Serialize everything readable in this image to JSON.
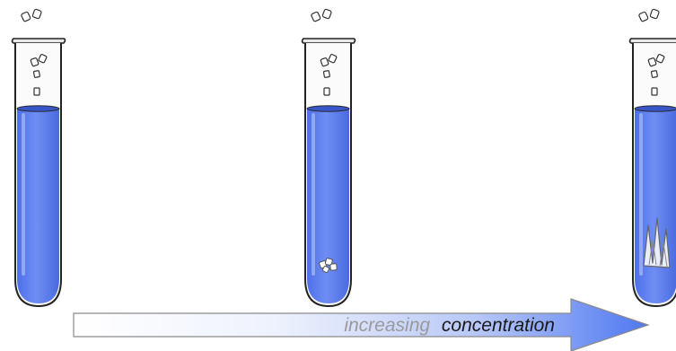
{
  "arrow": {
    "label_part1": "increasing",
    "label_part2": "concentration"
  },
  "tubes": [
    {
      "stage": 1,
      "content": "dissolving-crystals",
      "bottom": "none"
    },
    {
      "stage": 2,
      "content": "dissolving-crystals",
      "bottom": "settled-crystals"
    },
    {
      "stage": 3,
      "content": "dissolving-crystals",
      "bottom": "needle-crystals"
    }
  ],
  "colors": {
    "liquid": "#5b7cf0",
    "liquid_light": "#8aa2f6",
    "tube_outline": "#222222",
    "arrow_start": "#ffffff",
    "arrow_end": "#4f78f0"
  }
}
